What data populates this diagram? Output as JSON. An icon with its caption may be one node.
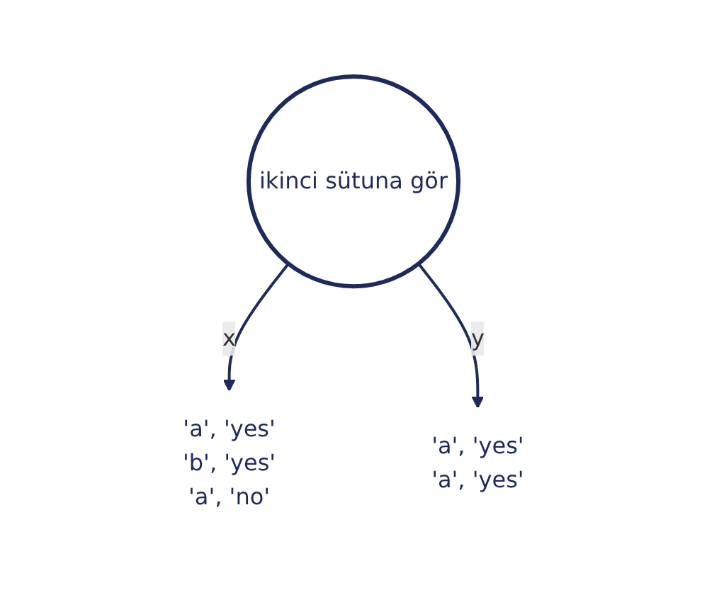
{
  "diagram": {
    "nodes": [
      {
        "text": [
          "ikinci sütuna gör"
        ]
      },
      {
        "text": [
          "'a', 'yes'",
          "'b', 'yes'",
          "'a', 'no'"
        ]
      },
      {
        "text": [
          "'a', 'yes'",
          "'a', 'yes'"
        ]
      }
    ],
    "edges": [
      {
        "from": 0,
        "to": 1,
        "arrow": "to",
        "label": "x"
      },
      {
        "from": 0,
        "to": 2,
        "arrow": "to",
        "label": "y"
      }
    ]
  }
}
